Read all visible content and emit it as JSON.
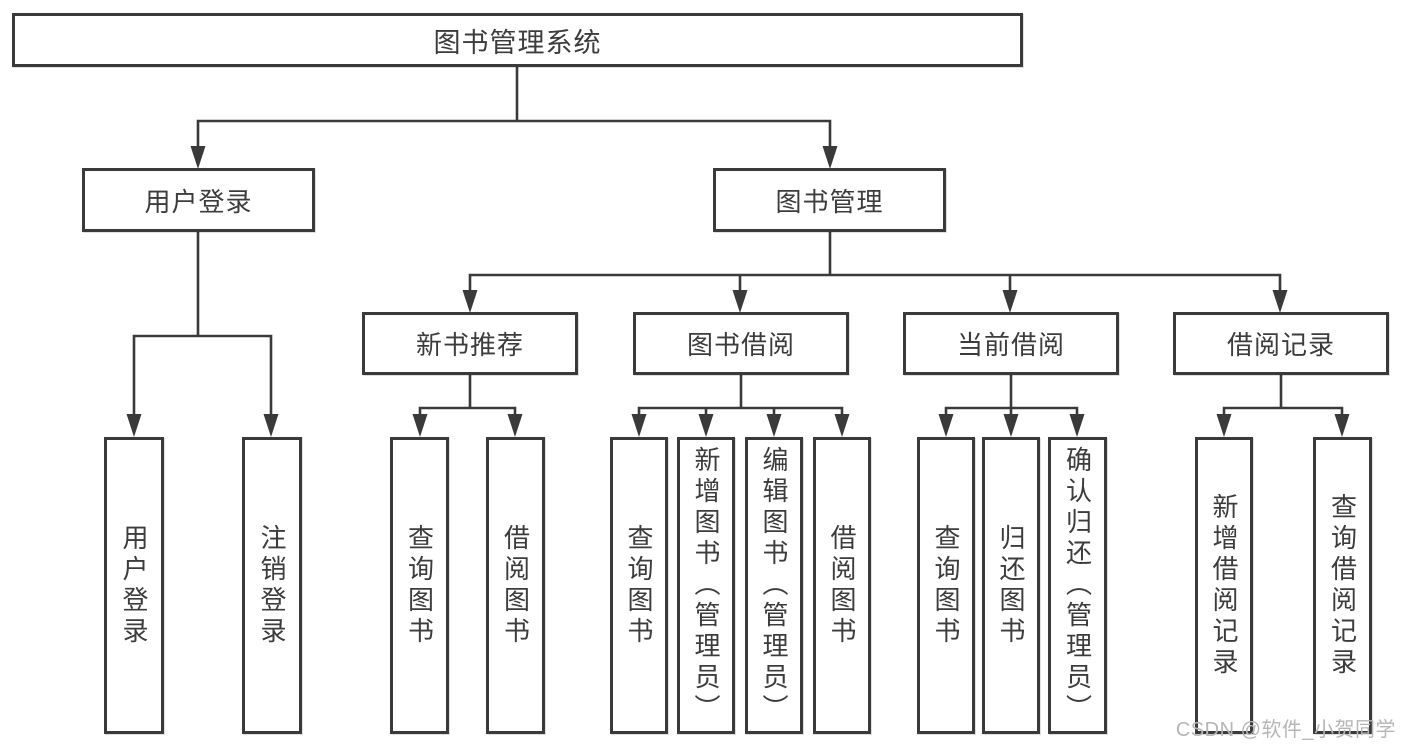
{
  "colors": {
    "line": "#3a3a3a",
    "text": "#3c3c3c",
    "watermark": "#b6b6b6",
    "background": "#ffffff"
  },
  "watermark": "CSDN @软件_小贺同学",
  "tree": {
    "label": "图书管理系统",
    "children": [
      {
        "label": "用户登录",
        "children": [
          {
            "label": "用户登录"
          },
          {
            "label": "注销登录"
          }
        ]
      },
      {
        "label": "图书管理",
        "children": [
          {
            "label": "新书推荐",
            "children": [
              {
                "label": "查询图书"
              },
              {
                "label": "借阅图书"
              }
            ]
          },
          {
            "label": "图书借阅",
            "children": [
              {
                "label": "查询图书"
              },
              {
                "label": "新增图书（管理员）"
              },
              {
                "label": "编辑图书（管理员）"
              },
              {
                "label": "借阅图书"
              }
            ]
          },
          {
            "label": "当前借阅",
            "children": [
              {
                "label": "查询图书"
              },
              {
                "label": "归还图书"
              },
              {
                "label": "确认归还（管理员）"
              }
            ]
          },
          {
            "label": "借阅记录",
            "children": [
              {
                "label": "新增借阅记录"
              },
              {
                "label": "查询借阅记录"
              }
            ]
          }
        ]
      }
    ]
  }
}
